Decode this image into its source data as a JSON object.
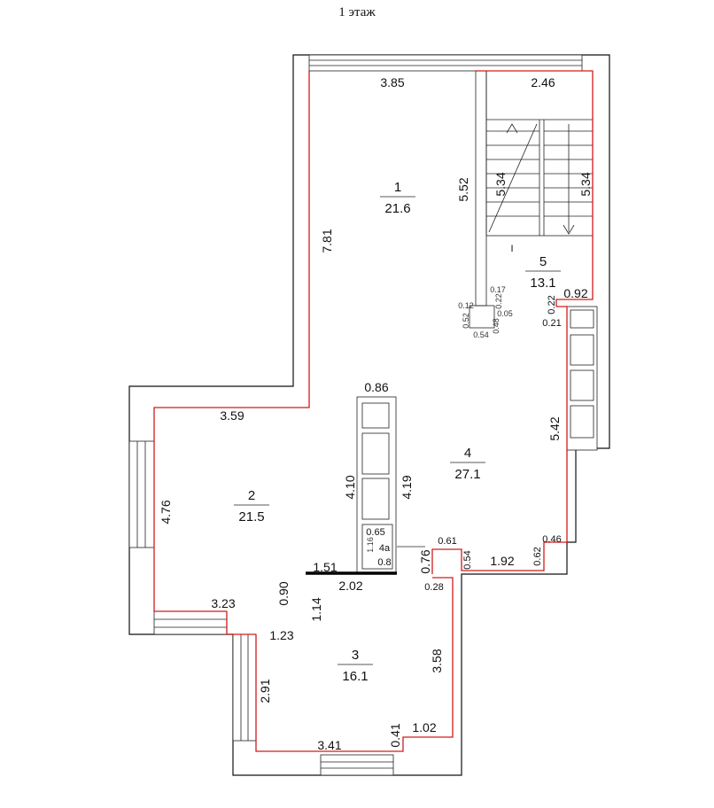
{
  "header": {
    "title": "1 этаж"
  },
  "rooms": [
    {
      "id": "1",
      "number": "1",
      "area": "21.6"
    },
    {
      "id": "2",
      "number": "2",
      "area": "21.5"
    },
    {
      "id": "3",
      "number": "3",
      "area": "16.1"
    },
    {
      "id": "4",
      "number": "4",
      "area": "27.1"
    },
    {
      "id": "5",
      "number": "5",
      "area": "13.1"
    }
  ],
  "dimensions": [
    "3.85",
    "2.46",
    "5.52",
    "5.34",
    "5.34",
    "7.81",
    "0.92",
    "0.22",
    "0.21",
    "0.86",
    "3.59",
    "4.10",
    "4.19",
    "5.42",
    "4.76",
    "0.65",
    "1.16",
    "4а",
    "0.8",
    "1.51",
    "2.02",
    "0.61",
    "0.54",
    "0.76",
    "1.92",
    "0.62",
    "0.46",
    "0.28",
    "0.90",
    "3.23",
    "1.14",
    "1.23",
    "3.58",
    "2.91",
    "0.41",
    "1.02",
    "3.41",
    "0.12",
    "0.52",
    "0.54",
    "0.48",
    "0.17",
    "0.22",
    "0.05",
    "I"
  ]
}
